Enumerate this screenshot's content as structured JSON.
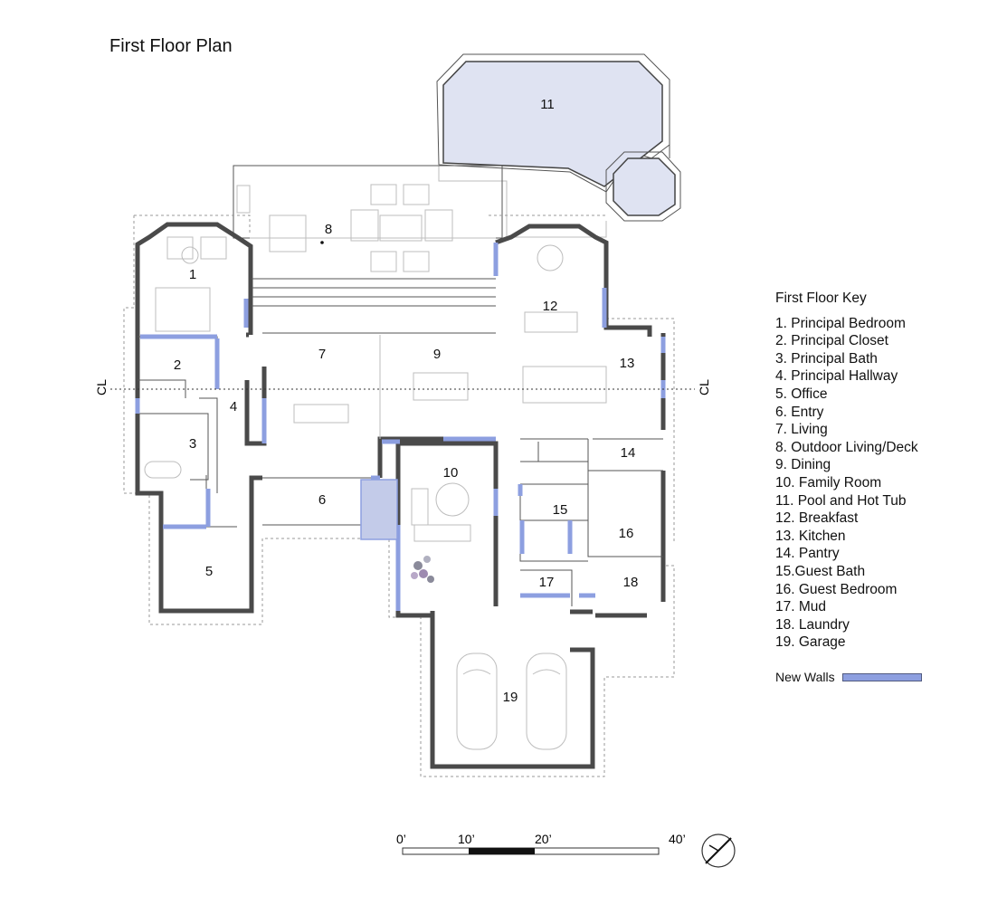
{
  "title": "First Floor Plan",
  "key": {
    "title": "First Floor Key",
    "items": [
      "1. Principal Bedroom",
      "2. Principal Closet",
      "3. Principal Bath",
      "4. Principal Hallway",
      "5. Office",
      "6. Entry",
      "7. Living",
      "8. Outdoor Living/Deck",
      "9. Dining",
      "10. Family Room",
      "11. Pool and Hot Tub",
      "12. Breakfast",
      "13. Kitchen",
      "14. Pantry",
      "15.Guest Bath",
      "16. Guest Bedroom",
      "17. Mud",
      "18. Laundry",
      "19. Garage"
    ]
  },
  "legend": {
    "label": "New Walls",
    "color": "#8d9fe0"
  },
  "centerline_label": "CL",
  "scale_labels": [
    "0’",
    "10’",
    "20’",
    "40’"
  ],
  "rooms": [
    "1",
    "2",
    "3",
    "4",
    "5",
    "6",
    "7",
    "8",
    "9",
    "10",
    "11",
    "12",
    "13",
    "14",
    "15",
    "16",
    "17",
    "18",
    "19"
  ],
  "colors": {
    "pool": "#dfe3f2",
    "new_wall": "#8d9fe0",
    "wall": "#4a4a4a"
  },
  "icons": [
    "north-arrow-icon"
  ]
}
